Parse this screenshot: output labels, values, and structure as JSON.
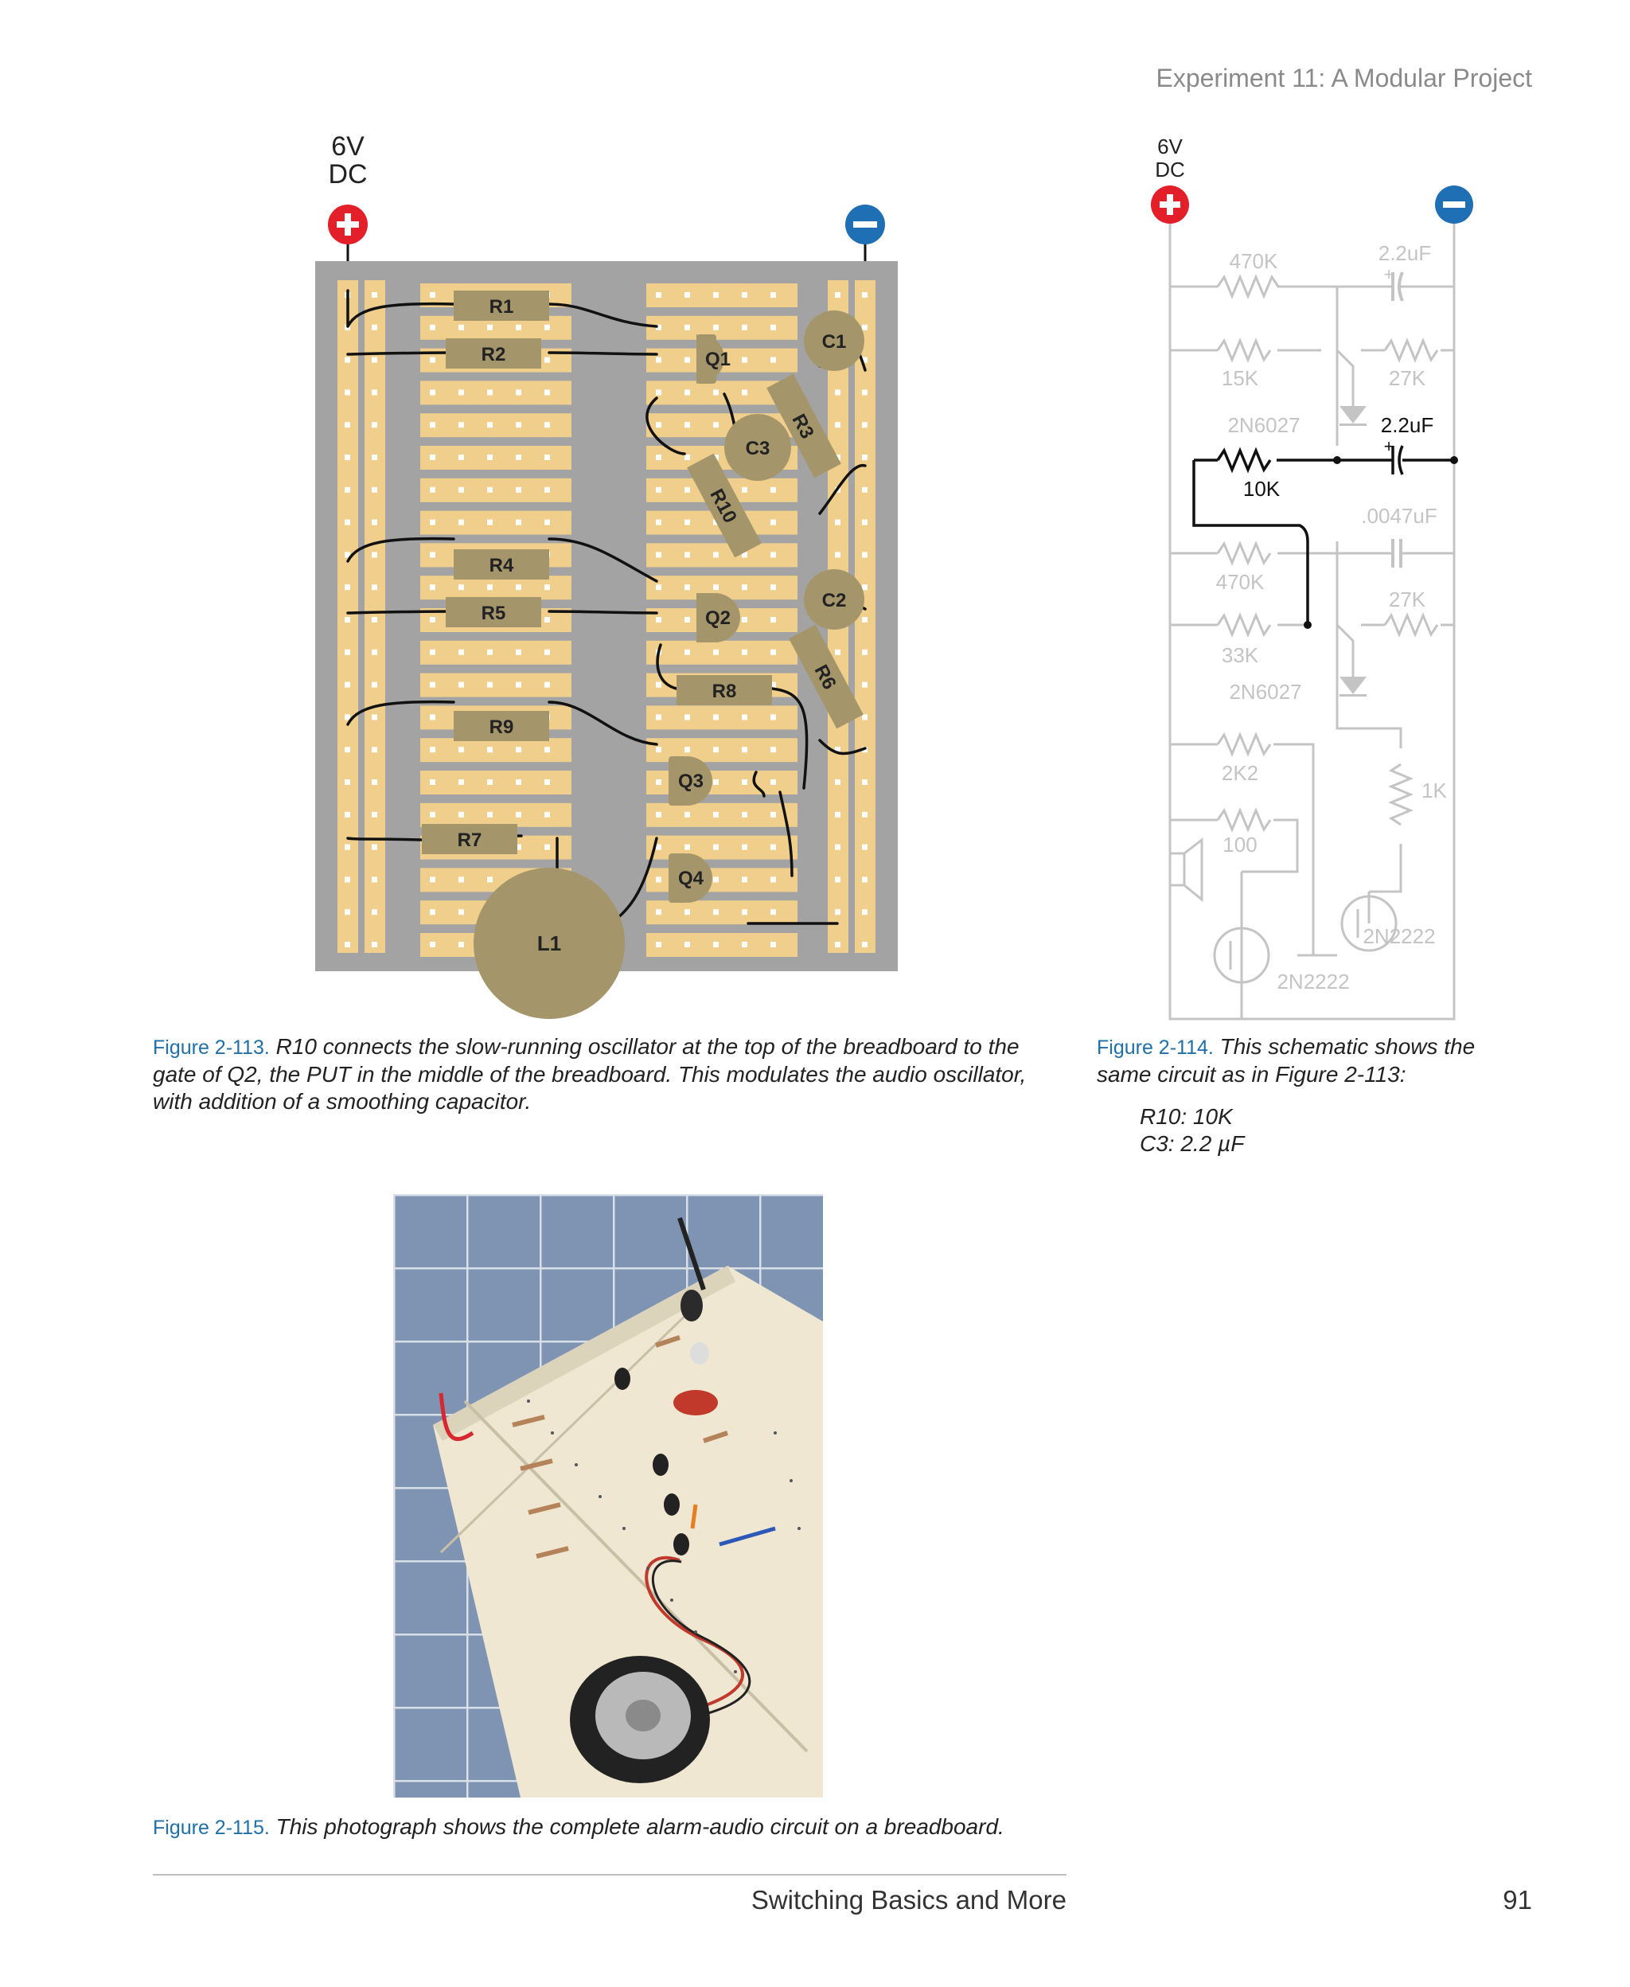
{
  "header": {
    "running_title": "Experiment 11: A Modular Project"
  },
  "breadboard": {
    "power_label_line1": "6V",
    "power_label_line2": "DC",
    "positive_symbol": "+",
    "negative_symbol": "−",
    "components": {
      "r1": "R1",
      "r2": "R2",
      "r4": "R4",
      "r5": "R5",
      "r9": "R9",
      "r7": "R7",
      "q1": "Q1",
      "q2": "Q2",
      "q3": "Q3",
      "q4": "Q4",
      "c1": "C1",
      "c2": "C2",
      "c3": "C3",
      "r3": "R3",
      "r6": "R6",
      "r10": "R10",
      "r8": "R8",
      "l1": "L1"
    },
    "colors": {
      "board": "#a3a3a3",
      "strip": "#f0cf8d",
      "component": "#a4966a",
      "positive": "#e3202a",
      "negative": "#1f6fb5"
    }
  },
  "schematic": {
    "power_label_line1": "6V",
    "power_label_line2": "DC",
    "labels": {
      "r470k_top": "470K",
      "c22_top": "2.2uF",
      "r15k": "15K",
      "r27k_top": "27K",
      "put_top": "2N6027",
      "c22_mid": "2.2uF",
      "r10k": "10K",
      "c0047": ".0047uF",
      "r470k_mid": "470K",
      "r27k_mid": "27K",
      "r33k": "33K",
      "put_bottom": "2N6027",
      "r2k2": "2K2",
      "r1k": "1K",
      "r100": "100",
      "t2n2222_right": "2N2222",
      "t2n2222_left": "2N2222",
      "plus": "+"
    }
  },
  "captions": {
    "fig113": {
      "number": "Figure 2-113.",
      "text": "R10 connects the slow-running oscillator at the top of the breadboard to the gate of Q2, the PUT in the middle of the breadboard. This modulates the audio oscillator, with addition of a smoothing capacitor."
    },
    "fig114": {
      "number": "Figure 2-114.",
      "text": "This schematic shows the same circuit as in Figure 2-113:",
      "line1": "R10: 10K",
      "line2": "C3: 2.2 µF"
    },
    "fig115": {
      "number": "Figure 2-115.",
      "text": "This photograph shows the complete alarm-audio circuit on a breadboard."
    }
  },
  "footer": {
    "section": "Switching Basics and More",
    "page": "91"
  }
}
